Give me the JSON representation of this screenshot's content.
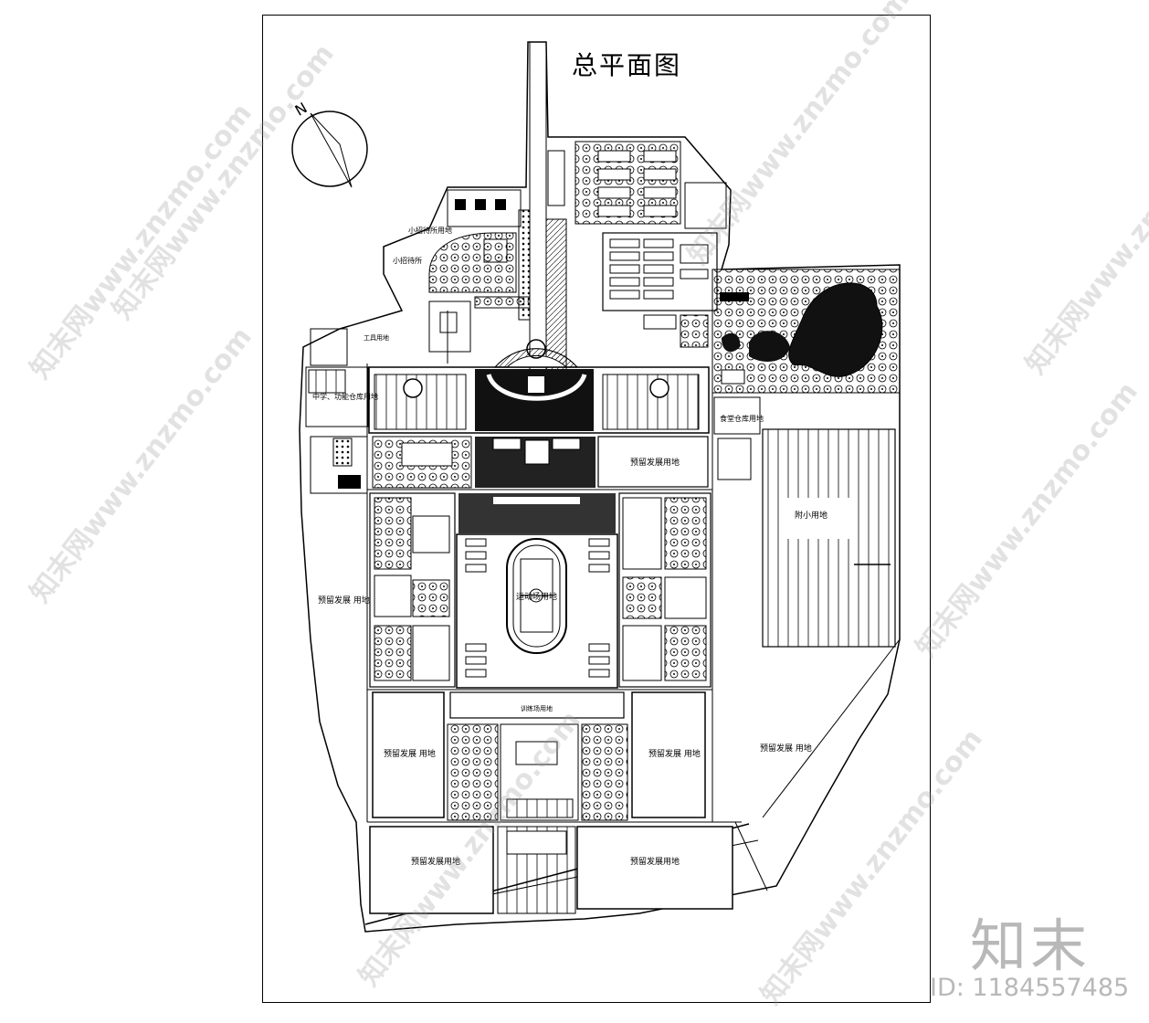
{
  "title": "总平面图",
  "compass_letter": "N",
  "brand_text": "知末",
  "image_id_text": "ID: 1184557485",
  "watermark_text": "知末网www.znzmo.com",
  "plots": {
    "small_guesthouse_label": "小招待所用地",
    "guesthouse_upper_label": "小招待所",
    "workshop_label": "工具用地",
    "left_upper_label": "中学、功能仓库用地",
    "canteen_label": "食堂仓库用地",
    "reserved_center_right": "预留发展用地",
    "reserved_left_middle": "预留发展 用地",
    "attached_label": "附小用地",
    "stadium_label": "运动场用地",
    "training_label": "训练场用地",
    "reserved_bottom_left": "预留发展 用地",
    "reserved_bottom_right": "预留发展 用地",
    "reserved_right_lower": "预留发展 用地",
    "reserved_south_left": "预留发展用地",
    "reserved_south_right": "预留发展用地"
  },
  "colors": {
    "line": "#000000",
    "fill_dark": "#111111",
    "watermark": "#b8b8b8"
  }
}
